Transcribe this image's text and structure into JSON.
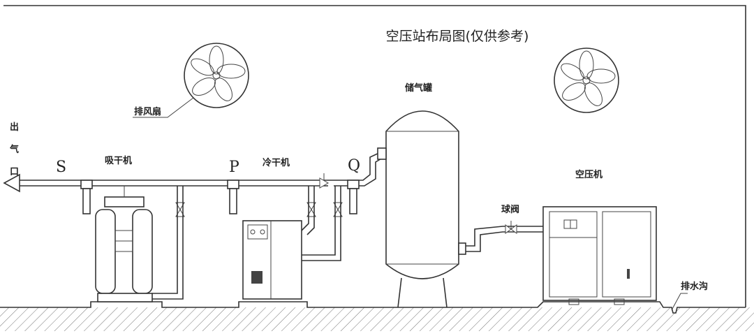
{
  "title": "空压站布局图(仅供参考)",
  "labels": {
    "fan": "排风扇",
    "outlet": [
      "出",
      "气",
      "口"
    ],
    "s": "S",
    "p": "P",
    "q": "Q",
    "adsorption_dryer": "吸干机",
    "refrigerated_dryer": "冷干机",
    "air_tank": "储气罐",
    "compressor": "空压机",
    "ball_valve": "球阀",
    "drain_ditch": "排水沟"
  },
  "colors": {
    "line": "#333333",
    "background": "#ffffff"
  }
}
